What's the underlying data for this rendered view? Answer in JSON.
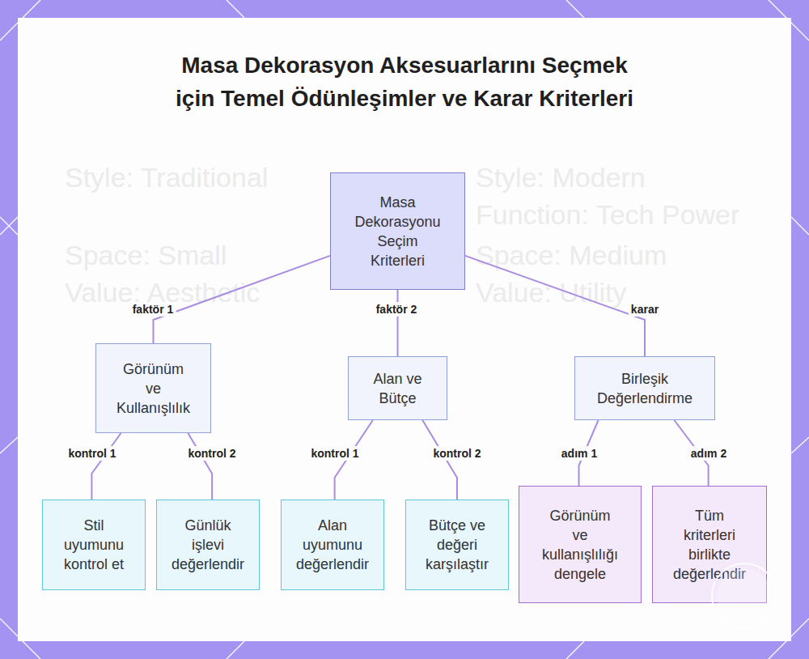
{
  "diagram": {
    "title": "Masa Dekorasyon Aksesuarlarını Seçmek için Temel Ödünleşimler ve Karar Kriterleri",
    "nodes": [
      {
        "text": [
          "Masa Dekorasyonu Seçim Kriterleri"
        ]
      },
      {
        "text": [
          "Görünüm ve Kullanışlılık"
        ]
      },
      {
        "text": [
          "Alan ve Bütçe"
        ]
      },
      {
        "text": [
          "Birleşik Değerlendirme"
        ]
      },
      {
        "text": [
          "Stil uyumunu kontrol et"
        ]
      },
      {
        "text": [
          "Günlük işlevi değerlendir"
        ]
      },
      {
        "text": [
          "Alan uyumunu değerlendir"
        ]
      },
      {
        "text": [
          "Bütçe ve değeri karşılaştır"
        ]
      },
      {
        "text": [
          "Görünüm ve kullanışlılığı dengele"
        ]
      },
      {
        "text": [
          "Tüm kriterleri birlikte değerlendir"
        ]
      }
    ],
    "edges": [
      {
        "from": 0,
        "to": 1,
        "label": "faktör 1",
        "arrow": "none"
      },
      {
        "from": 0,
        "to": 2,
        "label": "faktör 2",
        "arrow": "none"
      },
      {
        "from": 0,
        "to": 3,
        "label": "karar",
        "arrow": "none"
      },
      {
        "from": 1,
        "to": 4,
        "label": "kontrol 1",
        "arrow": "none"
      },
      {
        "from": 1,
        "to": 5,
        "label": "kontrol 2",
        "arrow": "none"
      },
      {
        "from": 2,
        "to": 6,
        "label": "kontrol 1",
        "arrow": "none"
      },
      {
        "from": 2,
        "to": 7,
        "label": "kontrol 2",
        "arrow": "none"
      },
      {
        "from": 3,
        "to": 8,
        "label": "adım 1",
        "arrow": "none"
      },
      {
        "from": 3,
        "to": 9,
        "label": "adım 2",
        "arrow": "none"
      }
    ],
    "labels": [
      "Style: Traditional",
      "Style: Modern",
      "Function: Tech Power",
      "Space: Small",
      "Space: Medium",
      "Value: Aesthetic",
      "Value: Utility"
    ]
  }
}
